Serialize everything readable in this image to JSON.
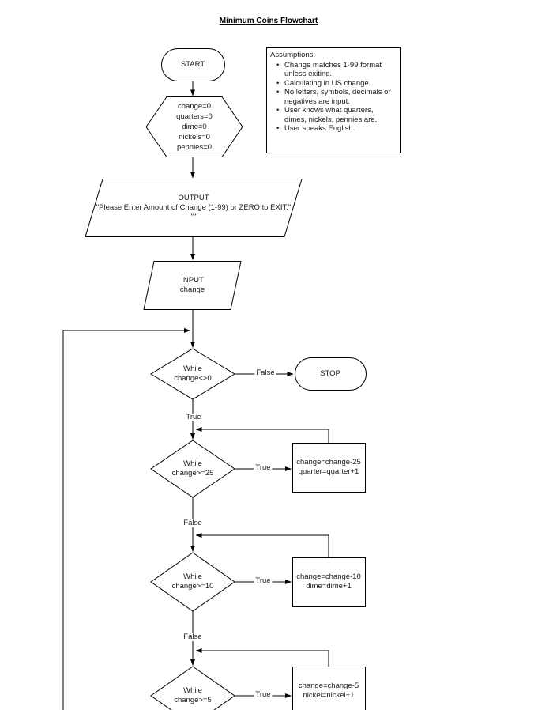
{
  "title": "Minimum Coins Flowchart",
  "assumptions": {
    "heading": "Assumptions:",
    "items": [
      "Change matches 1-99 format unless exiting.",
      "Calculating in US change.",
      "No letters, symbols, decimals or negatives are input.",
      "User knows what quarters, dimes, nickels, pennies are.",
      "User speaks English."
    ]
  },
  "nodes": {
    "start": {
      "label": "START"
    },
    "init": {
      "lines": [
        "change=0",
        "quarters=0",
        "dime=0",
        "nickels=0",
        "pennies=0"
      ]
    },
    "output": {
      "line1": "OUTPUT",
      "line2": "\"Please Enter Amount of Change (1-99) or ZERO to EXIT.\"",
      "line3": "\"\""
    },
    "input": {
      "line1": "INPUT",
      "line2": "change"
    },
    "loop_main": {
      "line1": "While",
      "line2": "change<>0"
    },
    "stop": {
      "label": "STOP"
    },
    "loop_quarters": {
      "line1": "While",
      "line2": "change>=25"
    },
    "proc_quarters": {
      "line1": "change=change-25",
      "line2": "quarter=quarter+1"
    },
    "loop_dimes": {
      "line1": "While",
      "line2": "change>=10"
    },
    "proc_dimes": {
      "line1": "change=change-10",
      "line2": "dime=dime+1"
    },
    "loop_nickels": {
      "line1": "While",
      "line2": "change>=5"
    },
    "proc_nickels": {
      "line1": "change=change-5",
      "line2": "nickel=nickel+1"
    }
  },
  "labels": {
    "exit_false": "False",
    "main_true": "True",
    "quarters_true": "True",
    "quarters_false": "False",
    "dimes_true": "True",
    "dimes_false": "False",
    "nickels_true": "True"
  },
  "colors": {
    "stroke": "#000000",
    "text": "#1a1a1a",
    "background": "#ffffff"
  }
}
